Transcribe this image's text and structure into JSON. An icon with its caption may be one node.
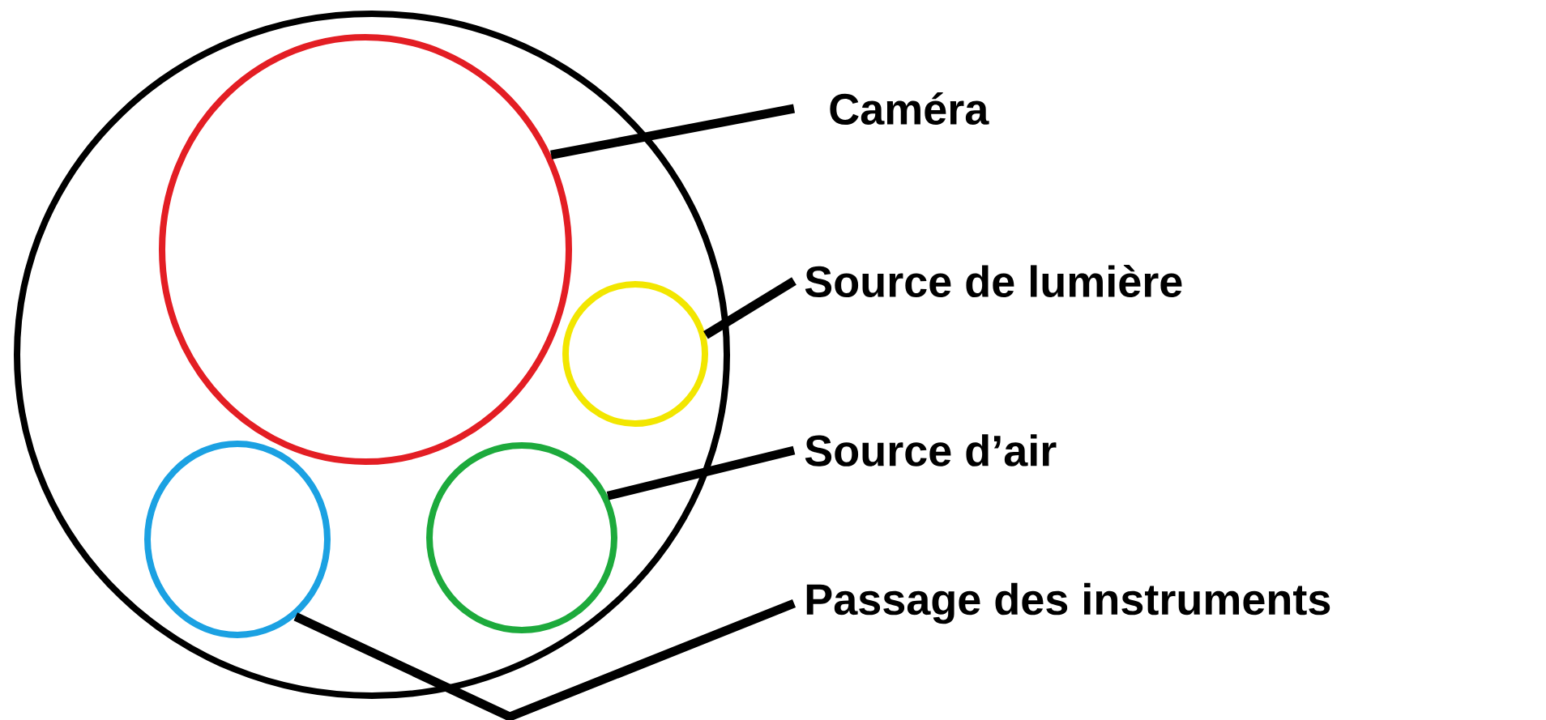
{
  "diagram": {
    "nodes": [
      {
        "text": [],
        "shape": "circle"
      },
      {
        "text": [],
        "shape": "circle",
        "in": 0
      },
      {
        "text": [],
        "shape": "circle",
        "in": 0
      },
      {
        "text": [],
        "shape": "circle",
        "in": 0
      },
      {
        "text": [],
        "shape": "circle",
        "in": 0
      },
      {
        "text": [
          "Caméra"
        ]
      },
      {
        "text": [
          "Source de lumière"
        ]
      },
      {
        "text": [
          "Source d’air"
        ]
      },
      {
        "text": [
          "Passage des instruments"
        ]
      }
    ],
    "edges": [
      {
        "from": 5,
        "to": 1,
        "arrow": "none"
      },
      {
        "from": 6,
        "to": 2,
        "arrow": "none"
      },
      {
        "from": 7,
        "to": 4,
        "arrow": "none"
      },
      {
        "from": 8,
        "to": 3,
        "arrow": "none"
      }
    ]
  }
}
